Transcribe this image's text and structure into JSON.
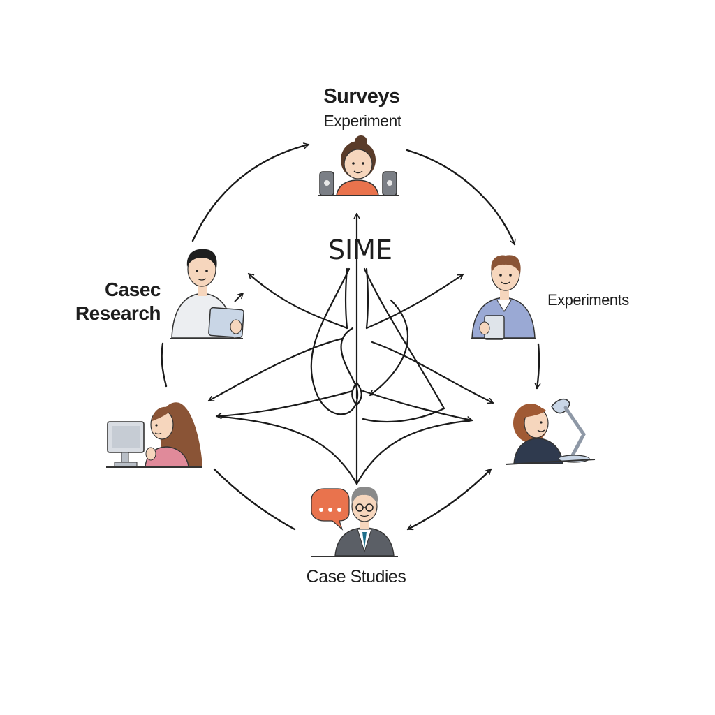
{
  "labels": {
    "top_title": "Surveys",
    "top_subtitle": "Experiment",
    "left_line1": "Casec",
    "left_line2": "Research",
    "right": "Experiments",
    "bottom": "Case Studies",
    "center": "SIME"
  },
  "icons": {
    "top": "woman-at-desk-icon",
    "upper-left": "man-with-tablet-icon",
    "upper-right": "man-with-phone-icon",
    "lower-left": "woman-at-computer-icon",
    "lower-right": "woman-with-lamp-icon",
    "bottom": "businessman-with-speech-bubble-icon"
  },
  "colors": {
    "line": "#1a1a1a",
    "orange": "#e9734d",
    "hair_dark": "#2b2b2b",
    "hair_brown": "#8a5436",
    "shirt_blue": "#9aa9d4",
    "shirt_pink": "#e08a9a",
    "suit_gray": "#5b5f66"
  }
}
